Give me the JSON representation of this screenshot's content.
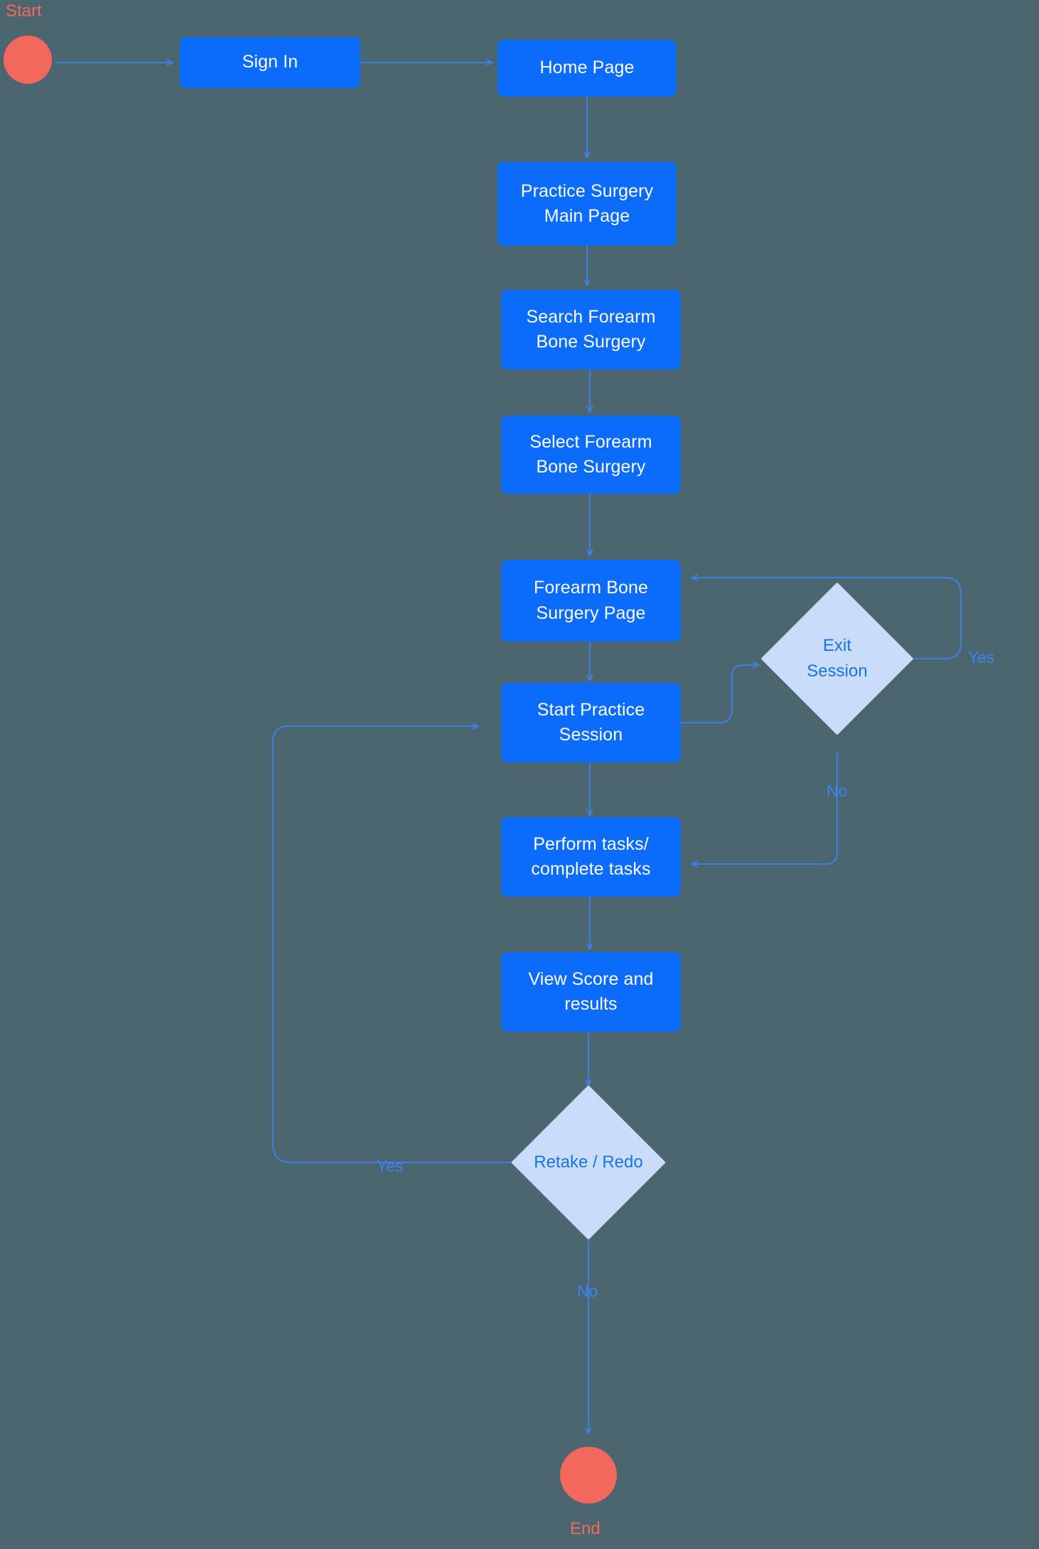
{
  "diagram": {
    "title": "Practice Surgery Flowchart",
    "colors": {
      "background": "#4c6670",
      "process_fill": "#0b6bfb",
      "process_text": "#ffffff",
      "decision_fill": "#c9ddfb",
      "decision_text": "#1a73e8",
      "terminator_fill": "#f2685c",
      "edge_stroke": "#3b82f6",
      "edge_label_text": "#3b82f6",
      "caption_text": "#f2685c"
    },
    "nodes": {
      "start": {
        "caption": "Start",
        "shape": "circle"
      },
      "sign_in": {
        "line1": "Sign In",
        "line2": "",
        "shape": "process"
      },
      "home_page": {
        "line1": "Home Page",
        "line2": "",
        "shape": "process"
      },
      "practice_main": {
        "line1": "Practice Surgery",
        "line2": "Main Page",
        "shape": "process"
      },
      "search_surgery": {
        "line1": "Search Forearm",
        "line2": "Bone Surgery",
        "shape": "process"
      },
      "select_surgery": {
        "line1": "Select Forearm",
        "line2": "Bone Surgery",
        "shape": "process"
      },
      "surgery_page": {
        "line1": "Forearm Bone",
        "line2": "Surgery Page",
        "shape": "process"
      },
      "start_session": {
        "line1": "Start Practice",
        "line2": "Session",
        "shape": "process"
      },
      "perform_tasks": {
        "line1": "Perform tasks/",
        "line2": "complete tasks",
        "shape": "process"
      },
      "view_score": {
        "line1": "View Score and",
        "line2": "results",
        "shape": "process"
      },
      "exit_session": {
        "line1": "Exit",
        "line2": "Session",
        "shape": "decision"
      },
      "retake_redo": {
        "line1": "Retake / Redo",
        "line2": "",
        "shape": "decision"
      },
      "end": {
        "caption": "End",
        "shape": "circle"
      }
    },
    "edge_labels": {
      "exit_yes": "Yes",
      "exit_no": "No",
      "retake_yes": "Yes",
      "retake_no": "No"
    },
    "edges": [
      {
        "from": "start",
        "to": "sign_in",
        "label": ""
      },
      {
        "from": "sign_in",
        "to": "home_page",
        "label": ""
      },
      {
        "from": "home_page",
        "to": "practice_main",
        "label": ""
      },
      {
        "from": "practice_main",
        "to": "search_surgery",
        "label": ""
      },
      {
        "from": "search_surgery",
        "to": "select_surgery",
        "label": ""
      },
      {
        "from": "select_surgery",
        "to": "surgery_page",
        "label": ""
      },
      {
        "from": "surgery_page",
        "to": "start_session",
        "label": ""
      },
      {
        "from": "start_session",
        "to": "exit_session",
        "label": ""
      },
      {
        "from": "start_session",
        "to": "perform_tasks",
        "label": ""
      },
      {
        "from": "exit_session",
        "to": "surgery_page",
        "label": "Yes"
      },
      {
        "from": "exit_session",
        "to": "perform_tasks",
        "label": "No"
      },
      {
        "from": "perform_tasks",
        "to": "view_score",
        "label": ""
      },
      {
        "from": "view_score",
        "to": "retake_redo",
        "label": ""
      },
      {
        "from": "retake_redo",
        "to": "start_session",
        "label": "Yes"
      },
      {
        "from": "retake_redo",
        "to": "end",
        "label": "No"
      }
    ]
  }
}
